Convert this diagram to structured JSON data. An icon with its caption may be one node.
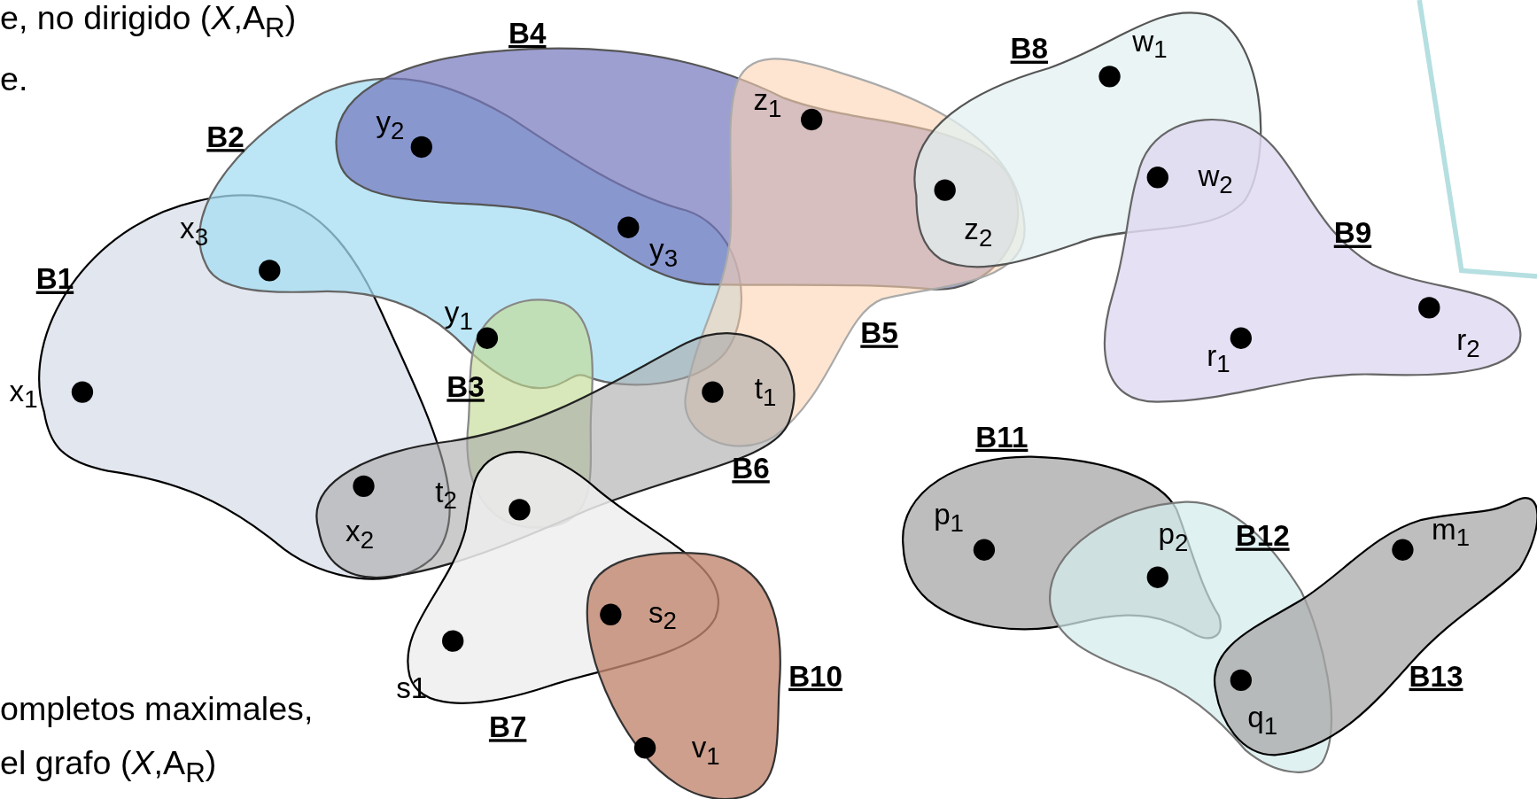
{
  "diagram": {
    "nodes": [
      {
        "text": [
          "B1"
        ]
      },
      {
        "text": [
          "B2"
        ]
      },
      {
        "text": [
          "B3"
        ]
      },
      {
        "text": [
          "B4"
        ]
      },
      {
        "text": [
          "B5"
        ]
      },
      {
        "text": [
          "B6"
        ]
      },
      {
        "text": [
          "B7"
        ]
      },
      {
        "text": [
          "B8"
        ]
      },
      {
        "text": [
          "B9"
        ]
      },
      {
        "text": [
          "B10"
        ]
      },
      {
        "text": [
          "B11"
        ]
      },
      {
        "text": [
          "B12"
        ]
      },
      {
        "text": [
          "B13"
        ]
      },
      {
        "text": [
          "x$_{1}$"
        ],
        "in": 0
      },
      {
        "text": [
          "x$_{3}$"
        ]
      },
      {
        "text": [
          "x$_{2}$"
        ]
      },
      {
        "text": [
          "y$_{2}$"
        ]
      },
      {
        "text": [
          "y$_{3}$"
        ]
      },
      {
        "text": [
          "y$_{1}$"
        ]
      },
      {
        "text": [
          "t$_{2}$"
        ]
      },
      {
        "text": [
          "t$_{1}$"
        ]
      },
      {
        "text": [
          "z$_{1}$"
        ]
      },
      {
        "text": [
          "z$_{2}$"
        ]
      },
      {
        "text": [
          "w$_{1}$"
        ],
        "in": 7
      },
      {
        "text": [
          "w$_{2}$"
        ]
      },
      {
        "text": [
          "r$_{1}$"
        ],
        "in": 8
      },
      {
        "text": [
          "r$_{2}$"
        ],
        "in": 8
      },
      {
        "text": [
          "s1"
        ],
        "in": 6
      },
      {
        "text": [
          "s$_{2}$"
        ]
      },
      {
        "text": [
          "v$_{1}$"
        ],
        "in": 9
      },
      {
        "text": [
          "p$_{1}$"
        ],
        "in": 10
      },
      {
        "text": [
          "p$_{2}$"
        ]
      },
      {
        "text": [
          "q$_{1}$"
        ]
      },
      {
        "text": [
          "m$_{1}$"
        ],
        "in": 12
      }
    ],
    "edges": [],
    "labels": [
      "e, no dirigido (*X*,A$_{R}$)",
      "e.",
      "ompletos maximales,",
      "el grafo (*X*,A$_{R}$)"
    ]
  }
}
